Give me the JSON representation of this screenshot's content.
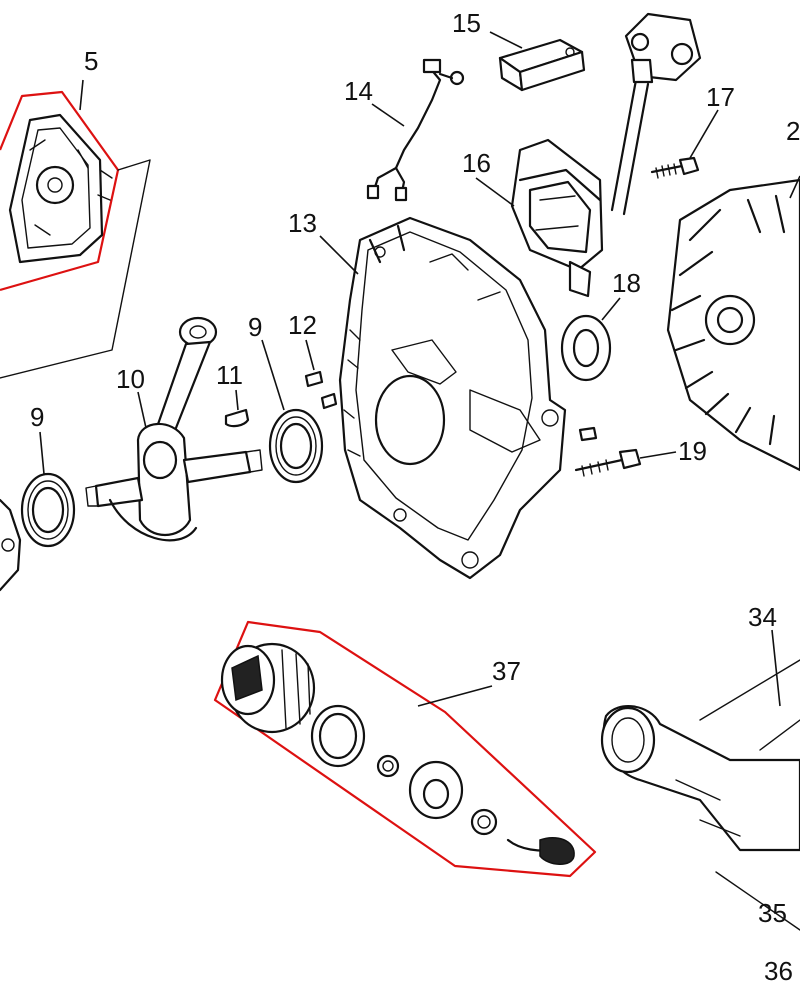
{
  "labels": {
    "p5": "5",
    "p9a": "9",
    "p9b": "9",
    "p10": "10",
    "p11": "11",
    "p12": "12",
    "p13": "13",
    "p14": "14",
    "p15": "15",
    "p16": "16",
    "p17": "17",
    "p18": "18",
    "p19": "19",
    "p2": "2",
    "p34": "34",
    "p35": "35",
    "p36": "36",
    "p37": "37"
  },
  "colors": {
    "line": "#111111",
    "group_outline": "#d11111",
    "background": "#ffffff"
  }
}
